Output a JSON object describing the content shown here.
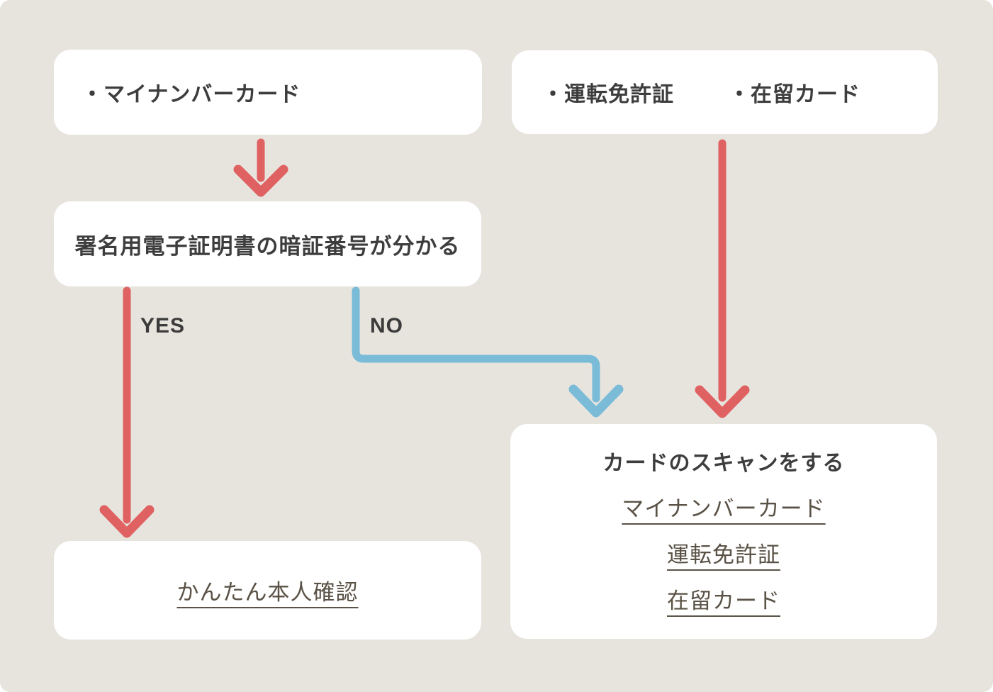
{
  "colors": {
    "background": "#e7e4de",
    "card_background": "#ffffff",
    "arrow_red": "#e06162",
    "arrow_blue": "#7abbd8",
    "heading_text": "#3d3d3d",
    "link_text": "#5a5246"
  },
  "boxes": {
    "mynumber": {
      "item": "・マイナンバーカード"
    },
    "licenses": {
      "item_drivers": "・運転免許証",
      "item_residence": "・在留カード"
    },
    "pin_question": {
      "label": "署名用電子証明書の暗証番号が分かる"
    },
    "easy_kyc": {
      "link": "かんたん本人確認"
    },
    "scan": {
      "title": "カードのスキャンをする",
      "links": [
        "マイナンバーカード",
        "運転免許証",
        "在留カード"
      ]
    }
  },
  "flow_labels": {
    "yes": "YES",
    "no": "NO"
  }
}
